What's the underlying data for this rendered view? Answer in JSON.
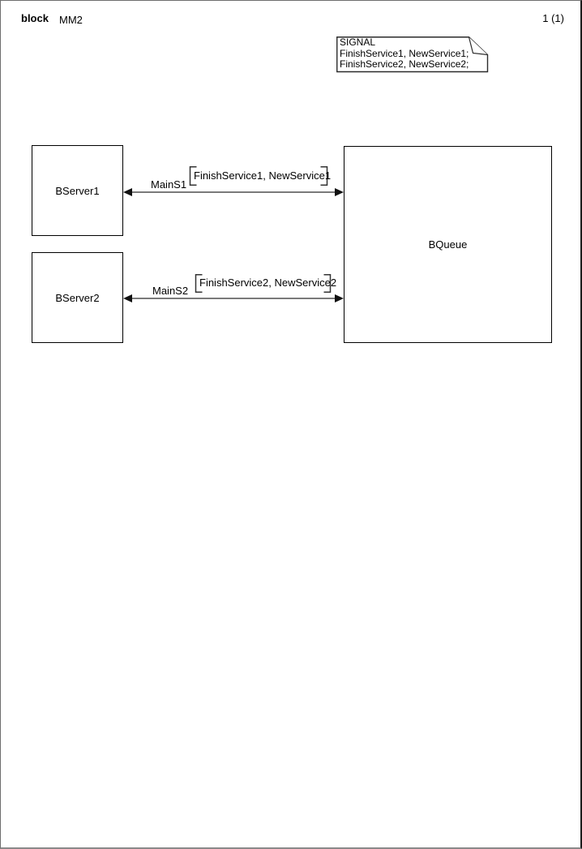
{
  "page": {
    "kind_label": "block",
    "diagram_name": "MM2",
    "page_number": "1 (1)"
  },
  "signal_note": {
    "lines": [
      "SIGNAL",
      "FinishService1, NewService1;",
      "FinishService2, NewService2;"
    ]
  },
  "blocks": [
    {
      "label": "BServer1"
    },
    {
      "label": "BServer2"
    },
    {
      "label": "BQueue"
    }
  ],
  "channels": [
    {
      "name": "MainS1",
      "signals": "FinishService1, NewService1"
    },
    {
      "name": "MainS2",
      "signals": "FinishService2, NewService2"
    }
  ],
  "colors": {
    "background": "#ffffff",
    "block_border": "#000000",
    "channel_line": "#7a7a7a",
    "arrowhead": "#111111",
    "bracket": "#333333"
  }
}
